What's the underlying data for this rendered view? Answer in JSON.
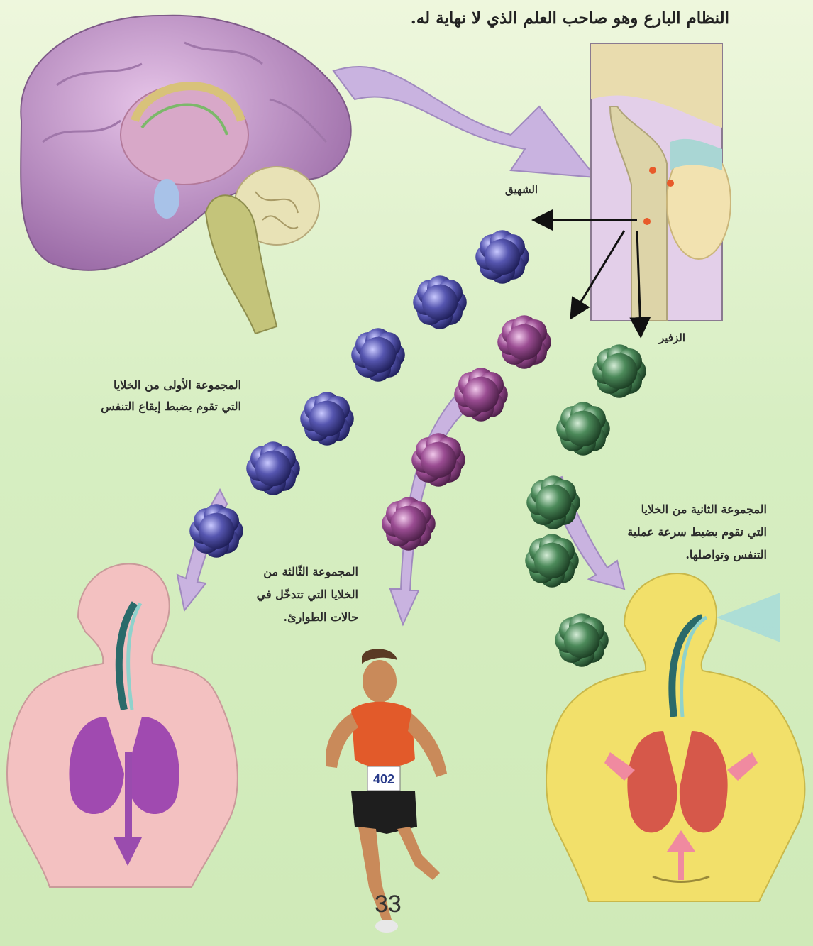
{
  "header": {
    "title": "النظام البارع وهو صاحب العلم الذي لا نهاية له."
  },
  "labels": {
    "inhale": "الشهيق",
    "exhale": "الزفير",
    "group1": "المجموعة الأولى من الخلايا\nالتي تقوم بضبط إيقاع التنفس",
    "group2": "المجموعة الثانية من الخلايا\nالتي تقوم بضبط سرعة عملية\nالتنفس وتواصلها.",
    "group3": "المجموعة الثّالثة من\nالخلايا التي تتدخّل في\nحالات الطوارئ."
  },
  "runner_bib": "402",
  "page_number": "33",
  "colors": {
    "group1_cells": "#4a4a9c",
    "group2_cells": "#3c7a4c",
    "group3_cells": "#8c4a86",
    "arrow_fill": "#c9b3e0",
    "brain": "#c79ccc",
    "left_figure": "#f3c1c1",
    "right_figure": "#f2e06a"
  }
}
